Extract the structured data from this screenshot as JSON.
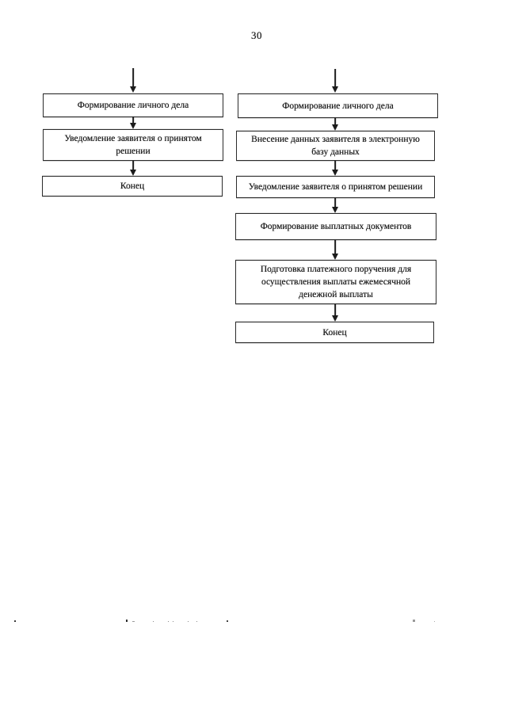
{
  "page": {
    "number": "30"
  },
  "colors": {
    "ink": "#1c1c1c",
    "paper": "#ffffff",
    "box_border": "#2b2b2b"
  },
  "flowchart_left": {
    "boxes": [
      {
        "label": "Формирование личного дела"
      },
      {
        "label": "Уведомление заявителя о принятом\nрешении"
      },
      {
        "label": "Конец"
      }
    ]
  },
  "flowchart_right": {
    "boxes": [
      {
        "label": "Формирование личного дела"
      },
      {
        "label": "Внесение данных заявителя в электронную\nбазу данных"
      },
      {
        "label": "Уведомление заявителя о принятом решении"
      },
      {
        "label": "Формирование выплатных документов"
      },
      {
        "label": "Подготовка платежного поручения для\nосуществления выплаты ежемесячной\nденежной выплаты"
      },
      {
        "label": "Конец"
      }
    ]
  }
}
